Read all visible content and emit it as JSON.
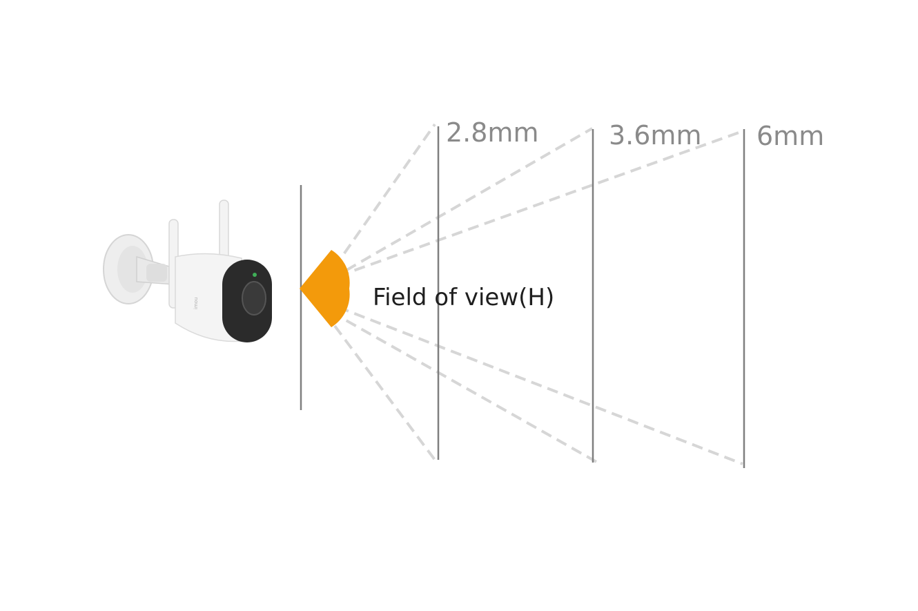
{
  "diagram": {
    "field_of_view_label": "Field of view(H)",
    "lens_options": [
      {
        "label": "2.8mm"
      },
      {
        "label": "3.6mm"
      },
      {
        "label": "6mm"
      }
    ]
  },
  "colors": {
    "fov_wedge": "#f39a0b",
    "dashed_rays": "#d6d6d6",
    "vertical_lines": "#7f7f7f",
    "lens_labels": "#8a8a8a",
    "fov_label": "#1e1e1e",
    "camera_body": "#f4f4f4",
    "camera_front": "#2b2b2b"
  },
  "icons": {
    "camera": "bullet-camera-icon",
    "wedge": "field-of-view-wedge-icon"
  }
}
